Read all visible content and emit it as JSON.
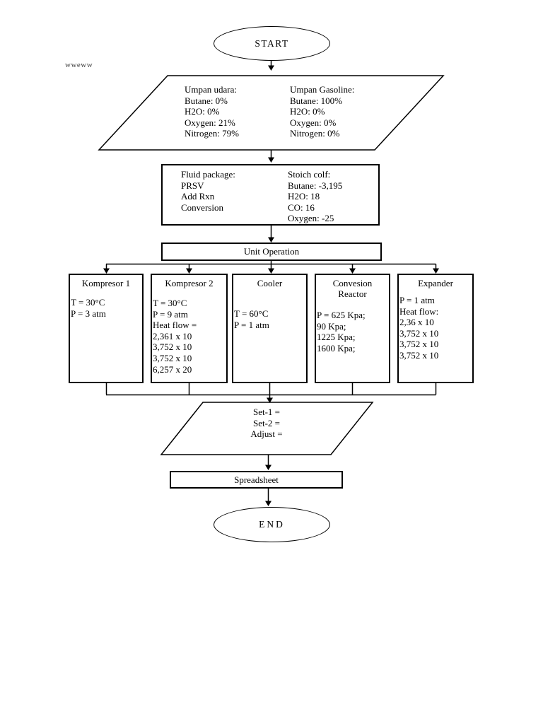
{
  "colors": {
    "ink": "#000000",
    "background": "#ffffff",
    "watermark_ink": "#3c3c3c"
  },
  "flowchart": {
    "start_label": "START",
    "end_label": "END",
    "watermark": "wweww",
    "feed_parallelogram": {
      "left_column": {
        "title": "Umpan udara:",
        "lines": [
          "Butane: 0%",
          "H2O: 0%",
          "Oxygen: 21%",
          "Nitrogen: 79%"
        ]
      },
      "right_column": {
        "title": "Umpan Gasoline:",
        "lines": [
          "Butane: 100%",
          "H2O: 0%",
          "Oxygen: 0%",
          "Nitrogen: 0%"
        ]
      }
    },
    "fluid_package_box": {
      "left_column": [
        "Fluid package:",
        "PRSV",
        "Add Rxn",
        "Conversion"
      ],
      "right_column": [
        "Stoich colf:",
        "Butane: -3,195",
        "H2O: 18",
        "CO: 16",
        "Oxygen: -25"
      ]
    },
    "unit_operation_label": "Unit Operation",
    "unit_boxes": [
      {
        "title": "Kompresor 1",
        "lines": [
          "T = 30°C",
          "P = 3 atm"
        ]
      },
      {
        "title": "Kompresor 2",
        "lines": [
          "T = 30°C",
          "P = 9 atm",
          "Heat flow =",
          "2,361 x 10",
          "3,752 x 10",
          "3,752 x 10",
          "6,257 x 20"
        ]
      },
      {
        "title": "Cooler",
        "lines": [
          "T = 60°C",
          "P = 1 atm"
        ]
      },
      {
        "title": "Convesion Reactor",
        "lines": [
          "P = 625 Kpa;",
          "90 Kpa;",
          "1225 Kpa;",
          "1600 Kpa;"
        ]
      },
      {
        "title": "Expander",
        "lines": [
          "P = 1 atm",
          "Heat flow:",
          "2,36 x 10",
          "3,752 x 10",
          "3,752 x 10",
          "3,752 x 10"
        ]
      }
    ],
    "set_parallelogram": {
      "lines": [
        "Set-1 =",
        "Set-2 =",
        "Adjust ="
      ]
    },
    "spreadsheet_label": "Spreadsheet"
  }
}
